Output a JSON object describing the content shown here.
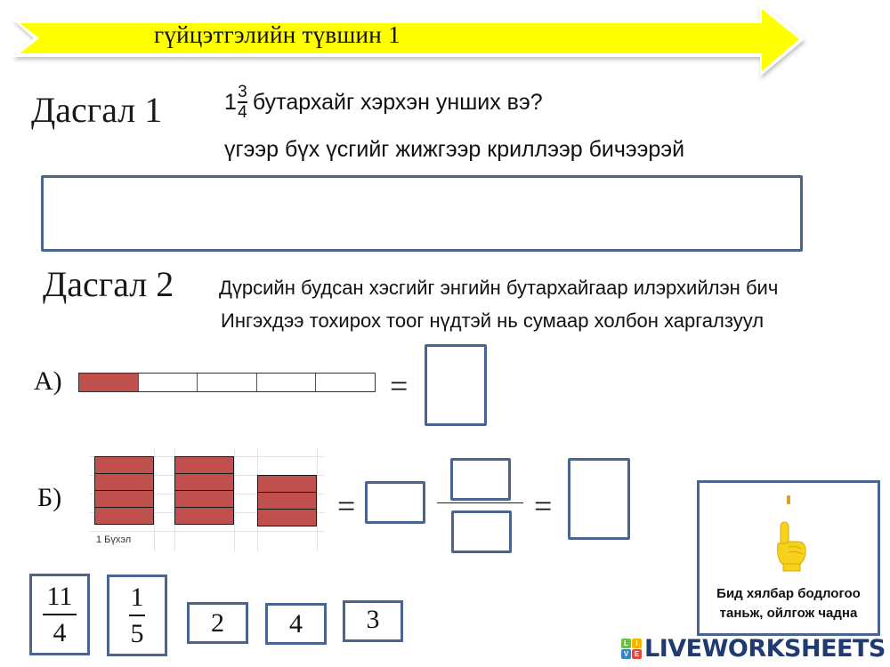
{
  "banner": {
    "title": "гүйцэтгэлийн түвшин 1",
    "fill_color": "#ffff00"
  },
  "exercise1": {
    "title": "Дасгал 1",
    "question": {
      "mixed_number": {
        "whole": "1",
        "numerator": "3",
        "denominator": "4"
      },
      "text": "бутархайг хэрхэн унших вэ?"
    },
    "instruction": "үгээр бүх үсгийг жижгээр криллээр бичээрэй",
    "answer_value": ""
  },
  "exercise2": {
    "title": "Дасгал 2",
    "instruction_line1": "Дүрсийн будсан хэсгийг энгийн бутархайгаар илэрхийлэн бич",
    "instruction_line2": "Ингэхдээ тохирох тоог нүдтэй нь сумаар холбон харгалзуул",
    "part_a": {
      "label": "А)",
      "equals": "=",
      "segments_total": 5,
      "segments_filled": 1,
      "answer_value": ""
    },
    "part_b": {
      "label": "Б)",
      "equals": "=",
      "whole_caption": "1 Бүхэл",
      "columns": [
        {
          "cells_filled": 4
        },
        {
          "cells_filled": 4
        },
        {
          "cells_filled": 3
        }
      ],
      "whole_answer": "",
      "numerator_answer": "",
      "denominator_answer": "",
      "improper_answer": ""
    }
  },
  "answer_cards": [
    {
      "type": "fraction",
      "numerator": "11",
      "denominator": "4"
    },
    {
      "type": "fraction",
      "numerator": "1",
      "denominator": "5"
    },
    {
      "type": "number",
      "value": "2"
    },
    {
      "type": "number",
      "value": "4"
    },
    {
      "type": "number",
      "value": "3"
    }
  ],
  "hint_panel": {
    "icon": "pointing-hand-icon",
    "text_line1": "Бид хялбар бодлогоо",
    "text_line2": "таньж, ойлгож чадна"
  },
  "branding": {
    "logo_text": "LIVEWORKSHEETS",
    "logo_letters": [
      "L",
      "I",
      "V",
      "E"
    ],
    "logo_colors": [
      "#6cbf45",
      "#f7b500",
      "#3b82c4",
      "#e2483d"
    ],
    "text_color": "#1f3b73"
  },
  "colors": {
    "shaded": "#c0504d",
    "box_border": "#4a6590"
  }
}
